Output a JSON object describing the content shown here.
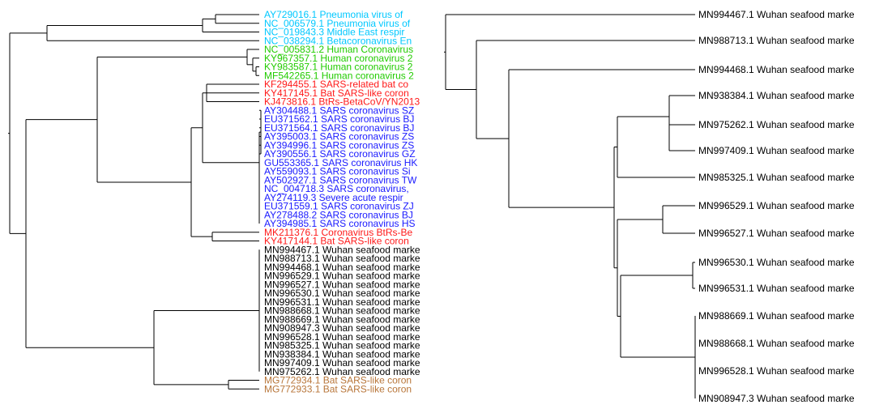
{
  "left_tree": {
    "leaves": [
      {
        "label": "AY729016.1 Pneumonia virus of",
        "color": "#00c8ff"
      },
      {
        "label": "NC_006579.1 Pneumonia virus of",
        "color": "#00c8ff"
      },
      {
        "label": "NC_019843.3 Middle East respir",
        "color": "#00c8ff"
      },
      {
        "label": "NC_038294.1 Betacoronavirus En",
        "color": "#00c8ff"
      },
      {
        "label": "NC_005831.2 Human Coronavirus",
        "color": "#22cc00"
      },
      {
        "label": "KY967357.1 Human coronavirus 2",
        "color": "#22cc00"
      },
      {
        "label": "KY983587.1 Human coronavirus 2",
        "color": "#22cc00"
      },
      {
        "label": "MF542265.1 Human coronavirus 2",
        "color": "#22cc00"
      },
      {
        "label": "KF294455.1 SARS-related bat co",
        "color": "#ff1a1a"
      },
      {
        "label": "KY417145.1 Bat SARS-like coron",
        "color": "#ff1a1a"
      },
      {
        "label": "KJ473816.1 BtRs-BetaCoV/YN2013",
        "color": "#ff1a1a"
      },
      {
        "label": "AY304488.1 SARS coronavirus SZ",
        "color": "#1a1aff"
      },
      {
        "label": "EU371562.1 SARS coronavirus BJ",
        "color": "#1a1aff"
      },
      {
        "label": "EU371564.1 SARS coronavirus BJ",
        "color": "#1a1aff"
      },
      {
        "label": "AY395003.1 SARS coronavirus ZS",
        "color": "#1a1aff"
      },
      {
        "label": "AY394996.1 SARS coronavirus ZS",
        "color": "#1a1aff"
      },
      {
        "label": "AY390556.1 SARS coronavirus GZ",
        "color": "#1a1aff"
      },
      {
        "label": "GU553365.1 SARS coronavirus HK",
        "color": "#1a1aff"
      },
      {
        "label": "AY559093.1 SARS coronavirus Si",
        "color": "#1a1aff"
      },
      {
        "label": "AY502927.1 SARS coronavirus TW",
        "color": "#1a1aff"
      },
      {
        "label": "NC_004718.3 SARS coronavirus,",
        "color": "#1a1aff"
      },
      {
        "label": "AY274119.3 Severe acute respir",
        "color": "#1a1aff"
      },
      {
        "label": "EU371559.1 SARS coronavirus ZJ",
        "color": "#1a1aff"
      },
      {
        "label": "AY278488.2 SARS coronavirus BJ",
        "color": "#1a1aff"
      },
      {
        "label": "AY394985.1 SARS coronavirus HS",
        "color": "#1a1aff"
      },
      {
        "label": "MK211376.1 Coronavirus BtRs-Be",
        "color": "#ff1a1a"
      },
      {
        "label": "KY417144.1 Bat SARS-like coron",
        "color": "#ff1a1a"
      },
      {
        "label": "MN994467.1 Wuhan seafood marke",
        "color": "#000000"
      },
      {
        "label": "MN988713.1 Wuhan seafood marke",
        "color": "#000000"
      },
      {
        "label": "MN994468.1 Wuhan seafood marke",
        "color": "#000000"
      },
      {
        "label": "MN996529.1 Wuhan seafood marke",
        "color": "#000000"
      },
      {
        "label": "MN996527.1 Wuhan seafood marke",
        "color": "#000000"
      },
      {
        "label": "MN996530.1 Wuhan seafood marke",
        "color": "#000000"
      },
      {
        "label": "MN996531.1 Wuhan seafood marke",
        "color": "#000000"
      },
      {
        "label": "MN988668.1 Wuhan seafood marke",
        "color": "#000000"
      },
      {
        "label": "MN988669.1 Wuhan seafood marke",
        "color": "#000000"
      },
      {
        "label": "MN908947.3 Wuhan seafood marke",
        "color": "#000000"
      },
      {
        "label": "MN996528.1 Wuhan seafood marke",
        "color": "#000000"
      },
      {
        "label": "MN985325.1 Wuhan seafood marke",
        "color": "#000000"
      },
      {
        "label": "MN938384.1 Wuhan seafood marke",
        "color": "#000000"
      },
      {
        "label": "MN997409.1 Wuhan seafood marke",
        "color": "#000000"
      },
      {
        "label": "MN975262.1 Wuhan seafood marke",
        "color": "#000000"
      },
      {
        "label": "MG772934.1 Bat SARS-like coron",
        "color": "#b8763a"
      },
      {
        "label": "MG772933.1 Bat SARS-like coron",
        "color": "#b8763a"
      }
    ]
  },
  "right_tree": {
    "leaves": [
      {
        "label": "MN994467.1 Wuhan seafood marke",
        "color": "#000000"
      },
      {
        "label": "MN988713.1 Wuhan seafood marke",
        "color": "#000000"
      },
      {
        "label": "MN994468.1 Wuhan seafood marke",
        "color": "#000000"
      },
      {
        "label": "MN938384.1 Wuhan seafood marke",
        "color": "#000000"
      },
      {
        "label": "MN975262.1 Wuhan seafood marke",
        "color": "#000000"
      },
      {
        "label": "MN997409.1 Wuhan seafood marke",
        "color": "#000000"
      },
      {
        "label": "MN985325.1 Wuhan seafood marke",
        "color": "#000000"
      },
      {
        "label": "MN996529.1 Wuhan seafood marke",
        "color": "#000000"
      },
      {
        "label": "MN996527.1 Wuhan seafood marke",
        "color": "#000000"
      },
      {
        "label": "MN996530.1 Wuhan seafood marke",
        "color": "#000000"
      },
      {
        "label": "MN996531.1 Wuhan seafood marke",
        "color": "#000000"
      },
      {
        "label": "MN988669.1 Wuhan seafood marke",
        "color": "#000000"
      },
      {
        "label": "MN988668.1 Wuhan seafood marke",
        "color": "#000000"
      },
      {
        "label": "MN996528.1 Wuhan seafood marke",
        "color": "#000000"
      },
      {
        "label": "MN908947.3 Wuhan seafood marke",
        "color": "#000000"
      }
    ]
  }
}
